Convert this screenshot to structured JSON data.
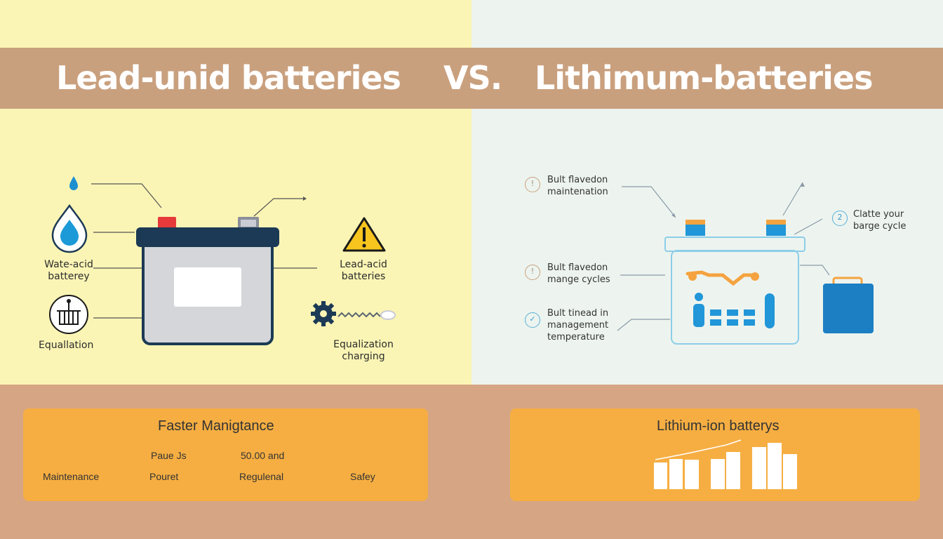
{
  "header": {
    "left_title": "Lead-unid batteries",
    "vs": "VS.",
    "right_title": "Lithimum-batteries"
  },
  "lead_acid": {
    "labels": {
      "water": [
        "Wate-acid",
        "batterey"
      ],
      "equalization": "Equallation",
      "warning": [
        "Lead-acid",
        "batteries"
      ],
      "equalization_charging": [
        "Equalization",
        "charging"
      ]
    },
    "icons": [
      "water-drop-small-icon",
      "water-drop-icon",
      "warning-icon",
      "equalization-icon",
      "gear-icon"
    ]
  },
  "lithium": {
    "labels": {
      "maintenance": [
        "Bult flavedon",
        "maintenation"
      ],
      "charge_cycles": [
        "Bult flavedon",
        "mange cycles"
      ],
      "management": [
        "Bult tinead in",
        "management",
        "temperature"
      ],
      "charge_cycle": [
        "Clatte your",
        "barge cycle"
      ]
    },
    "icon_glyphs": {
      "maintenance": "!",
      "charge_cycles": "!",
      "management": "✓",
      "charge_cycle": "2"
    }
  },
  "bottom_left": {
    "title": "Faster Manigtance",
    "row1": [
      "Paue Js",
      "50.00 and"
    ],
    "row2": [
      "Maintenance",
      "Pouret",
      "Regulenal",
      "Safey"
    ]
  },
  "bottom_right": {
    "title": "Lithium-ion batterys"
  },
  "colors": {
    "left_bg": "#fbf5b5",
    "right_bg": "#edf4ef",
    "banner": "#c9a07e",
    "panel": "#f6ae42",
    "navy": "#1c3a55",
    "blue": "#1c8fd0",
    "orange": "#f5a340"
  }
}
